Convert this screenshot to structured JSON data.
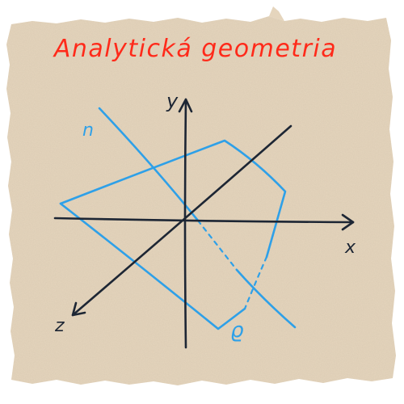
{
  "title": "Analytická geometria",
  "axes": {
    "x_label": "x",
    "y_label": "y",
    "z_label": "z"
  },
  "figures": {
    "line_label": "n",
    "plane_label": "ϱ"
  },
  "colors": {
    "title": "#ff2a1a",
    "axes": "#1d2634",
    "figures": "#2ea0e8",
    "paper": "#e5d5bd"
  }
}
